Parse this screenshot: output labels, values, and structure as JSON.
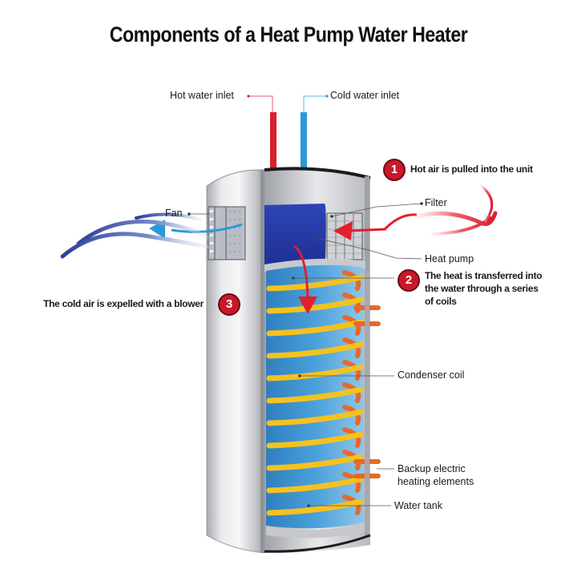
{
  "title": "Components of a Heat Pump Water Heater",
  "labels": {
    "hot_water_inlet": "Hot water inlet",
    "cold_water_inlet": "Cold water inlet",
    "fan": "Fan",
    "filter": "Filter",
    "heat_pump": "Heat pump",
    "condenser_coil": "Condenser coil",
    "backup_elements_line1": "Backup electric",
    "backup_elements_line2": "heating elements",
    "water_tank": "Water tank"
  },
  "steps": [
    {
      "number": "1",
      "text_lines": [
        "Hot air is pulled into the unit"
      ]
    },
    {
      "number": "2",
      "text_lines": [
        "The heat is transferred into",
        "the water through a series",
        "of coils"
      ]
    },
    {
      "number": "3",
      "text_lines": [
        "The cold air is expelled with a blower"
      ]
    }
  ],
  "colors": {
    "hot": "#e0202c",
    "cold": "#2a9ad6",
    "heat_pump_block": "#2a3fae",
    "water": "#3a8fcf",
    "coil": "#f4c21f",
    "coil_back": "#e8682a",
    "casing": "#cfd1d5",
    "step_badge": "#c8182a"
  }
}
